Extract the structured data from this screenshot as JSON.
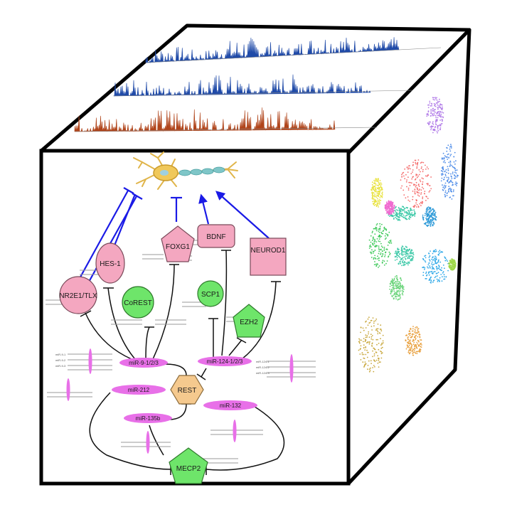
{
  "neuron": {
    "name": "neuron"
  },
  "genes": {
    "nr2e1": "NR2E1/TLX",
    "hes1": "HES-1",
    "corest": "CoREST",
    "foxg1": "FOXG1",
    "bdnf": "BDNF",
    "neurod1": "NEUROD1",
    "scp1": "SCP1",
    "ezh2": "EZH2",
    "rest": "REST",
    "mecp2": "MECP2"
  },
  "mirnas": {
    "mir9": "miR-9-1/2/3",
    "mir124": "miR-124-1/2/3",
    "mir212": "miR-212",
    "mir132": "miR-132",
    "mir135b": "miR-135b"
  },
  "mini_labels": {
    "mir9_rows": [
      "miR-9-1",
      "miR-9-2",
      "miR-9-3"
    ],
    "mir124_rows": [
      "miR-124-1",
      "miR-124-2",
      "miR-124-3"
    ]
  },
  "colors": {
    "frame": "#000000",
    "gene_pink": "#f4a7c0",
    "gene_green": "#6ee56a",
    "rest_orange": "#f5c98e",
    "mirna_magenta": "#e870e8",
    "activation": "#1a1ae6",
    "inhibition": "#111111",
    "track_blue": "#1f4aa8",
    "track_rust": "#b0441a"
  },
  "umap_cluster_colors": [
    "#b27de8",
    "#f46a6a",
    "#4f8de8",
    "#3ec9a8",
    "#e8e23e",
    "#3ec95a",
    "#f06ad0",
    "#2ea8e8",
    "#c9a83e",
    "#e8a03e",
    "#9ed84a",
    "#6ad47a",
    "#2e9ad8",
    "#88d44a"
  ]
}
